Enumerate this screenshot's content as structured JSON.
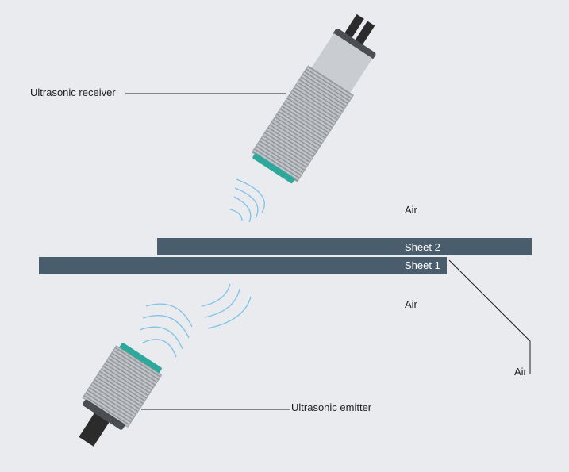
{
  "labels": {
    "receiver": "Ultrasonic receiver",
    "emitter": "Ultrasonic emitter",
    "air_top": "Air",
    "air_middle": "Air",
    "air_gap": "Air",
    "sheet_1": "Sheet 1",
    "sheet_2": "Sheet 2"
  },
  "colors": {
    "background": "#e9ebee",
    "sheet": "#4a5d6c",
    "sensor_body": "#b9bcc1",
    "sensor_accent": "#2fa89c",
    "sound_waves": "#7ec3e8",
    "connector": "#2b2b2b"
  }
}
